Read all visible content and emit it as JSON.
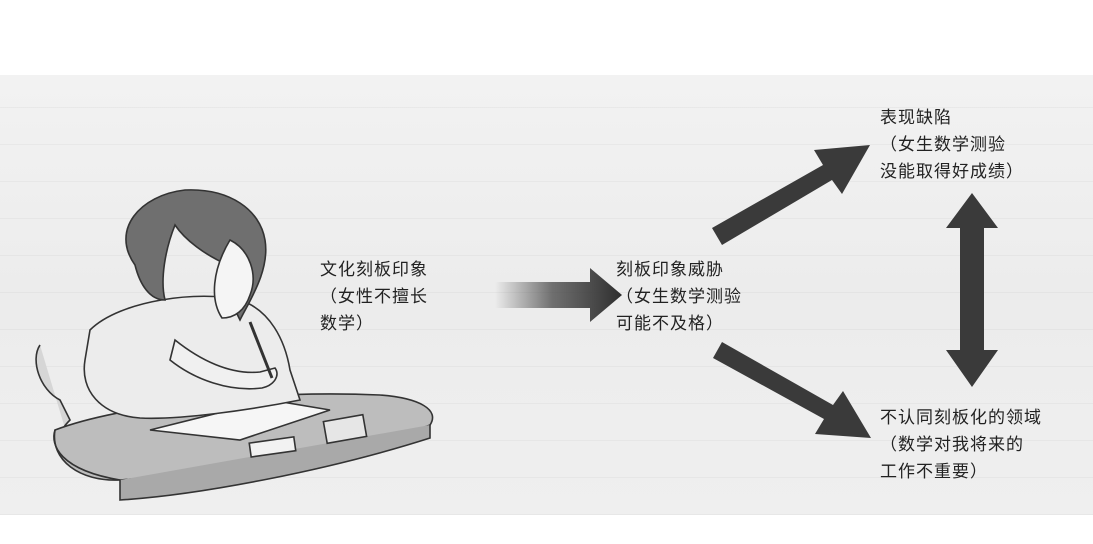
{
  "nodes": {
    "culture": {
      "title": "文化刻板印象",
      "detail_1": "（女性不擅长",
      "detail_2": "数学）"
    },
    "threat": {
      "title": "刻板印象威胁",
      "detail_1": "（女生数学测验",
      "detail_2": "可能不及格）"
    },
    "deficit": {
      "title": "表现缺陷",
      "detail_1": "（女生数学测验",
      "detail_2": "没能取得好成绩）"
    },
    "disidentify": {
      "title": "不认同刻板化的领域",
      "detail_1": "（数学对我将来的",
      "detail_2": "工作不重要）"
    }
  },
  "illustration": {
    "subject": "girl-taking-test-at-desk"
  },
  "colors": {
    "arrow": "#3a3a3a",
    "text": "#222222",
    "background": "#efefef"
  }
}
